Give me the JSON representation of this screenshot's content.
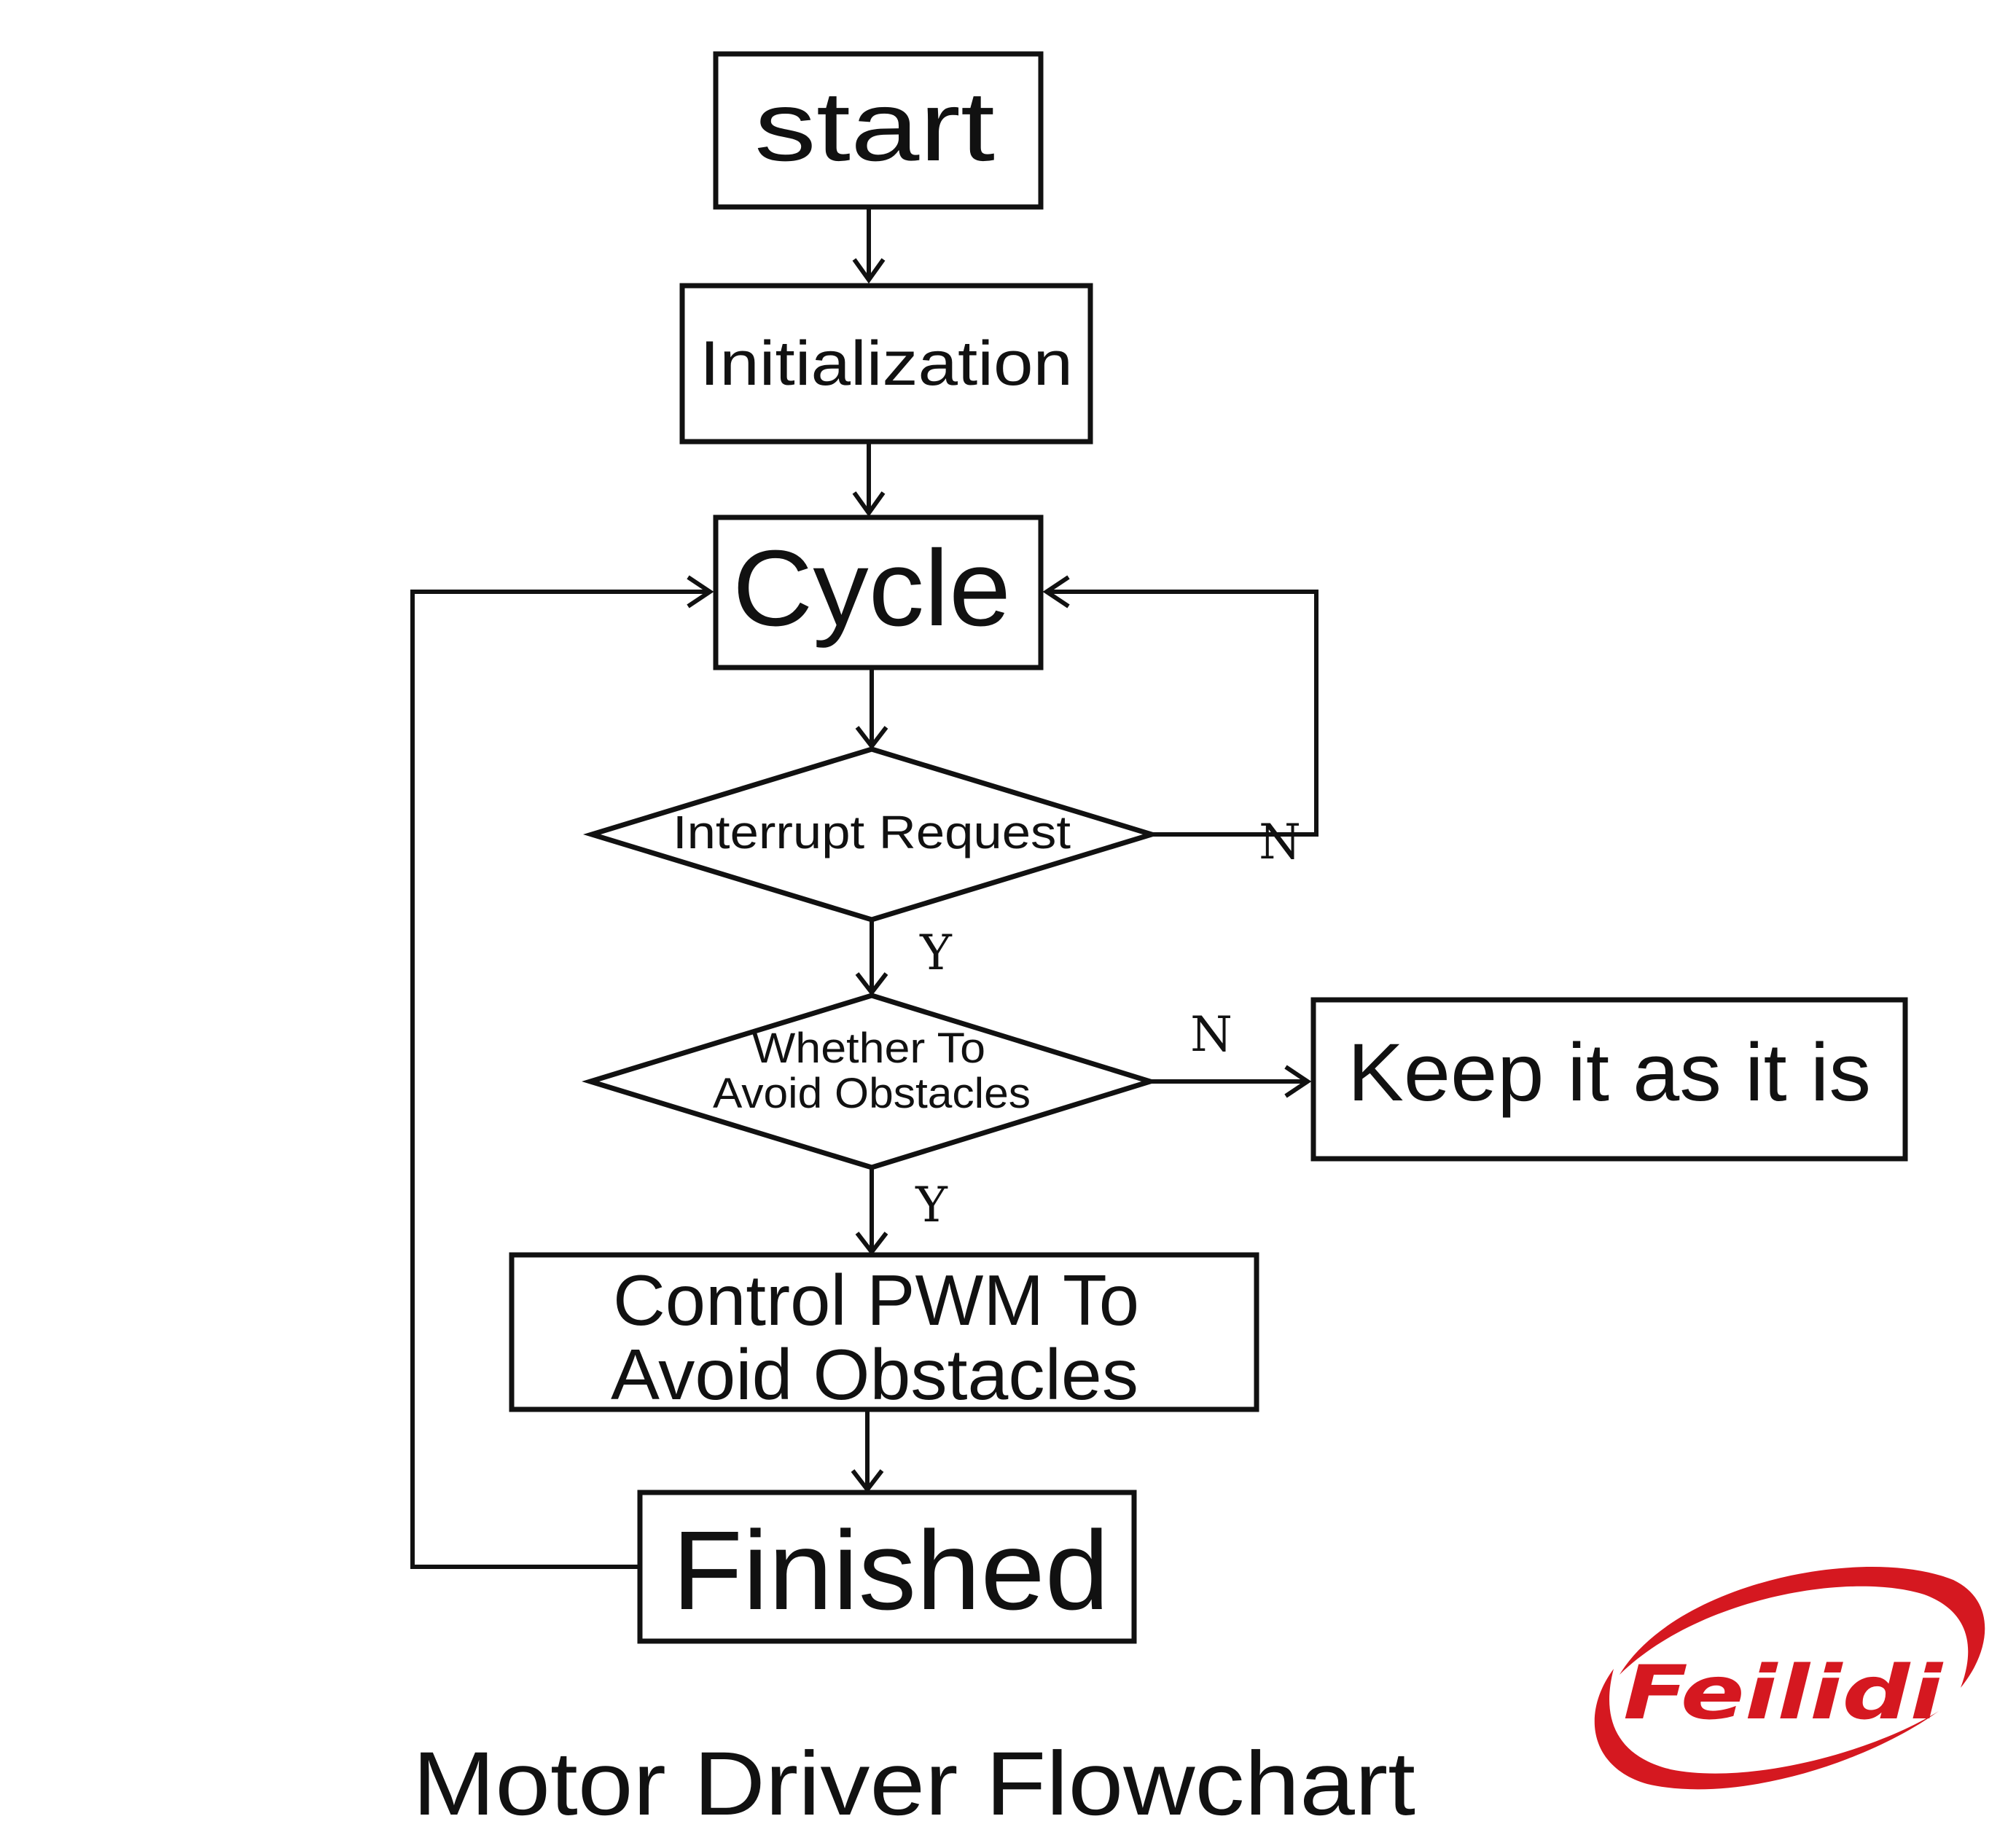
{
  "nodes": {
    "start": "start",
    "initialization": "Initialization",
    "cycle": "Cycle",
    "interrupt_request": "Interrupt Request",
    "avoid_decision": [
      "Whether To",
      "Avoid Obstacles"
    ],
    "keep": "Keep it as it is",
    "control_pwm": [
      "Control PWM To",
      "Avoid Obstacles"
    ],
    "finished": "Finished"
  },
  "edge_labels": {
    "interrupt_no": "N",
    "interrupt_yes": "Y",
    "avoid_no": "N",
    "avoid_yes": "Y"
  },
  "caption": "Motor Driver Flowchart",
  "logo": {
    "text": "Feilidi",
    "color": "#d51820"
  }
}
